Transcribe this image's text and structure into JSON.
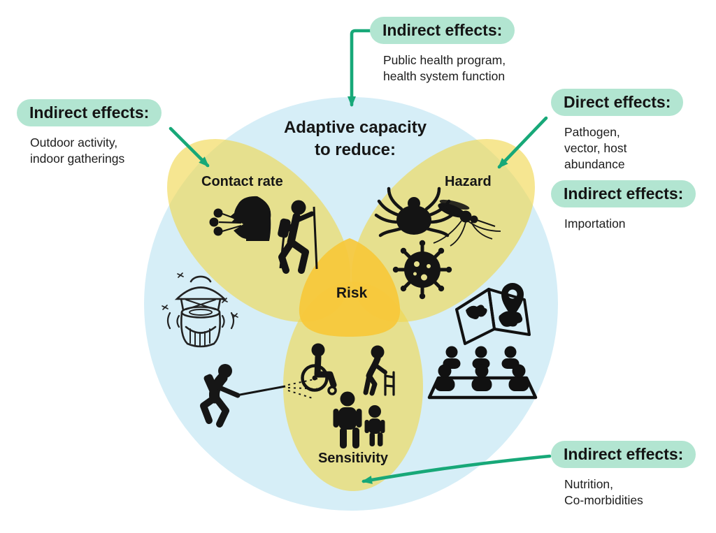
{
  "colors": {
    "circle_fill": "#d6eef7",
    "lobe_fill": "#f1d64e",
    "risk_fill": "#f7c83a",
    "callout_pill": "#b2e5d1",
    "arrow": "#17a878",
    "icon": "#141414",
    "text": "#1b1b1b"
  },
  "diagram": {
    "title_line1": "Adaptive capacity",
    "title_line2": "to reduce:",
    "risk_label": "Risk",
    "lobe_contact_label": "Contact rate",
    "lobe_hazard_label": "Hazard",
    "lobe_sensitivity_label": "Sensitivity",
    "icons": {
      "contact_rate": [
        "coughing-person-icon",
        "hiker-icon"
      ],
      "hazard": [
        "tick-icon",
        "mosquito-icon",
        "virus-icon"
      ],
      "sensitivity": [
        "wheelchair-user-icon",
        "person-with-walker-icon",
        "adult-icon",
        "child-icon"
      ],
      "adaptive_capacity_left": [
        "mosquito-trap-lantern-icon",
        "pesticide-sprayer-icon"
      ],
      "adaptive_capacity_right": [
        "world-map-pin-icon",
        "audience-icon"
      ]
    }
  },
  "callouts": {
    "top": {
      "title": "Indirect effects:",
      "body": "Public health program,\nhealth system function"
    },
    "left": {
      "title": "Indirect effects:",
      "body": "Outdoor activity,\nindoor gatherings"
    },
    "right_direct": {
      "title": "Direct effects:",
      "body": "Pathogen,\nvector, host\nabundance"
    },
    "right_indirect": {
      "title": "Indirect effects:",
      "body": "Importation"
    },
    "bottom": {
      "title": "Indirect effects:",
      "body": "Nutrition,\nCo-morbidities"
    }
  }
}
